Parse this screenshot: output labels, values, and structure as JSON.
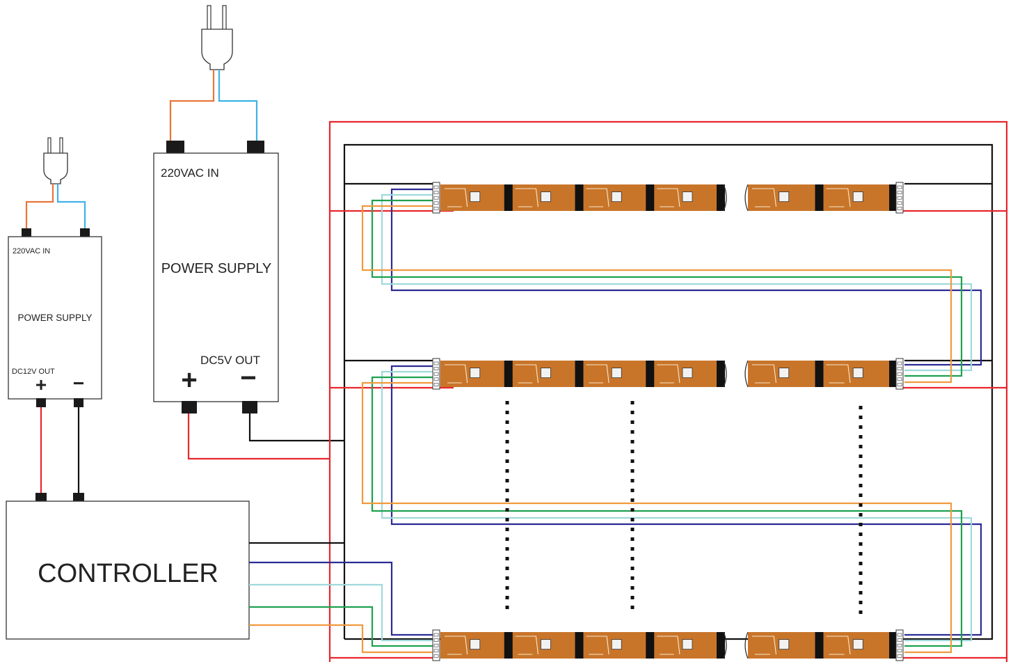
{
  "psu_small": {
    "ac_label": "220VAC IN",
    "title": "POWER SUPPLY",
    "dc_label": "DC12V OUT",
    "plus": "+",
    "minus": "−"
  },
  "psu_large": {
    "ac_label": "220VAC IN",
    "title": "POWER SUPPLY",
    "dc_label": "DC5V OUT",
    "plus": "+",
    "minus": "−"
  },
  "controller": {
    "title": "CONTROLLER"
  },
  "colors": {
    "live": "#e8763a",
    "neutral": "#3fb2e6",
    "positive": "#e8262d",
    "ground": "#111111",
    "data_navy": "#2b2a93",
    "data_cyan": "#9fd9dc",
    "data_green": "#1ea14f",
    "data_orange": "#f09a3e",
    "strip": "#c8752a",
    "strip_dark": "#111111"
  },
  "strip_rows": [
    "strip-row-1",
    "strip-row-2",
    "strip-row-3"
  ]
}
